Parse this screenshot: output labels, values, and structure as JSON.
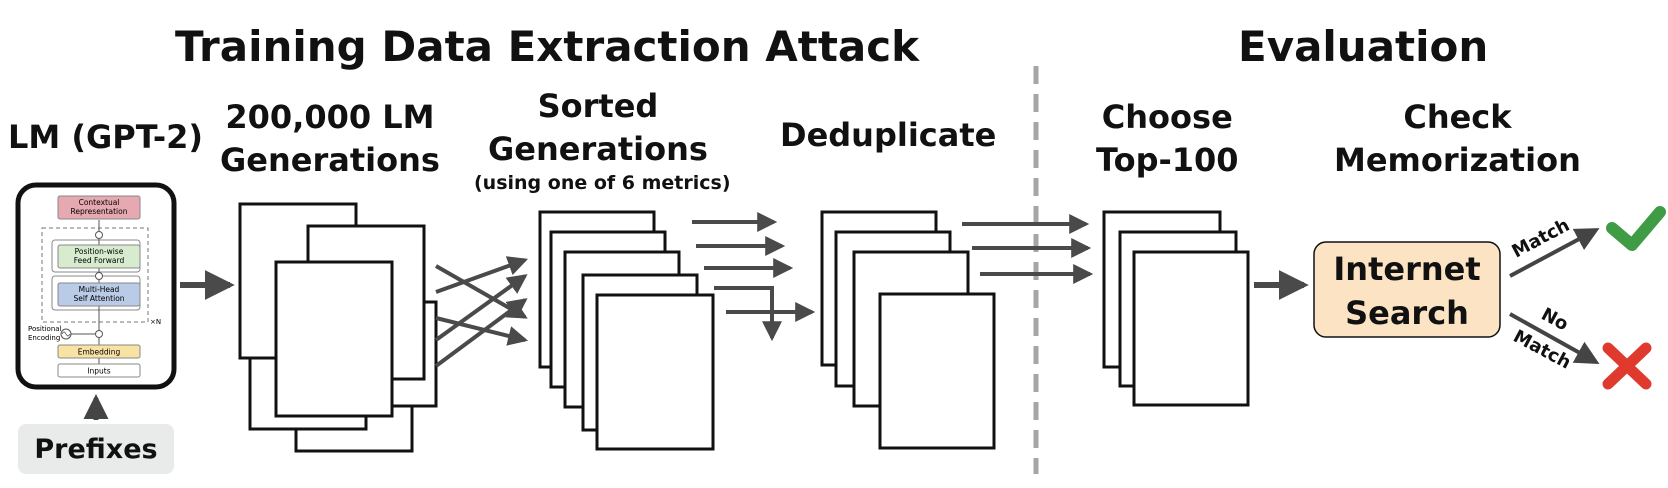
{
  "section_titles": {
    "attack": "Training Data Extraction Attack",
    "evaluation": "Evaluation"
  },
  "steps": {
    "lm": "LM (GPT-2)",
    "generations_line1": "200,000 LM",
    "generations_line2": "Generations",
    "sorted_line1": "Sorted",
    "sorted_line2": "Generations",
    "sorted_note": "(using one of 6 metrics)",
    "dedup": "Deduplicate",
    "choose_line1": "Choose",
    "choose_line2": "Top-100",
    "check_line1": "Check",
    "check_line2": "Memorization"
  },
  "transformer": {
    "contextual": [
      "Contextual",
      "Representation"
    ],
    "ffn": [
      "Position-wise",
      "Feed Forward"
    ],
    "attention": [
      "Multi-Head",
      "Self Attention"
    ],
    "positional": [
      "Positional",
      "Encoding"
    ],
    "embedding": "Embedding",
    "inputs": "Inputs",
    "repeat": "×N"
  },
  "prefixes": "Prefixes",
  "search": {
    "line1": "Internet",
    "line2": "Search"
  },
  "outcomes": {
    "match": "Match",
    "no_match_line1": "No",
    "no_match_line2": "Match"
  },
  "colors": {
    "search_fill": "#fbe3c3",
    "prefix_fill": "#e9ebea",
    "match_check": "#3f9c45",
    "no_match_x": "#e03a2f",
    "contextual_fill": "#e6a8b1",
    "ffn_fill": "#d7ebcf",
    "attention_fill": "#b9cbe6",
    "embedding_fill": "#f8e3a4"
  }
}
